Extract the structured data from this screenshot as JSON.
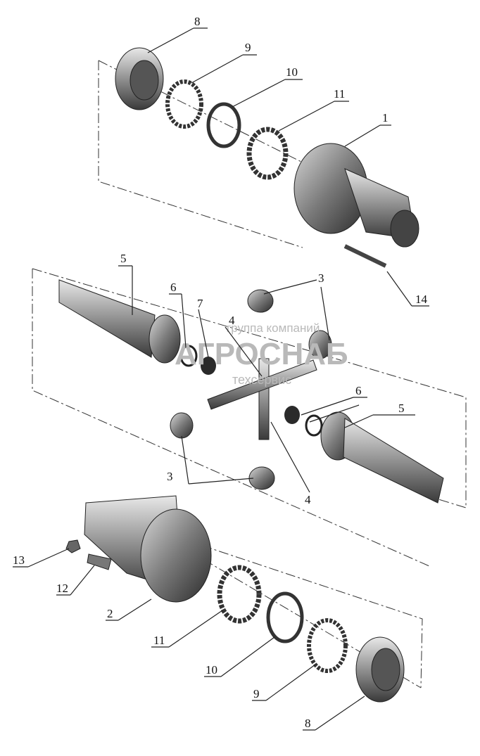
{
  "callouts": {
    "n1": "1",
    "n2": "2",
    "n3a": "3",
    "n3b": "3",
    "n4a": "4",
    "n4b": "4",
    "n5a": "5",
    "n5b": "5",
    "n6a": "6",
    "n6b": "6",
    "n7": "7",
    "n8a": "8",
    "n8b": "8",
    "n9a": "9",
    "n9b": "9",
    "n10a": "10",
    "n10b": "10",
    "n11a": "11",
    "n11b": "11",
    "n12": "12",
    "n13": "13",
    "n14": "14"
  },
  "watermark": {
    "line1": "группа компаний",
    "line2": "АГРОСНАБ",
    "line3": "техсервис"
  }
}
